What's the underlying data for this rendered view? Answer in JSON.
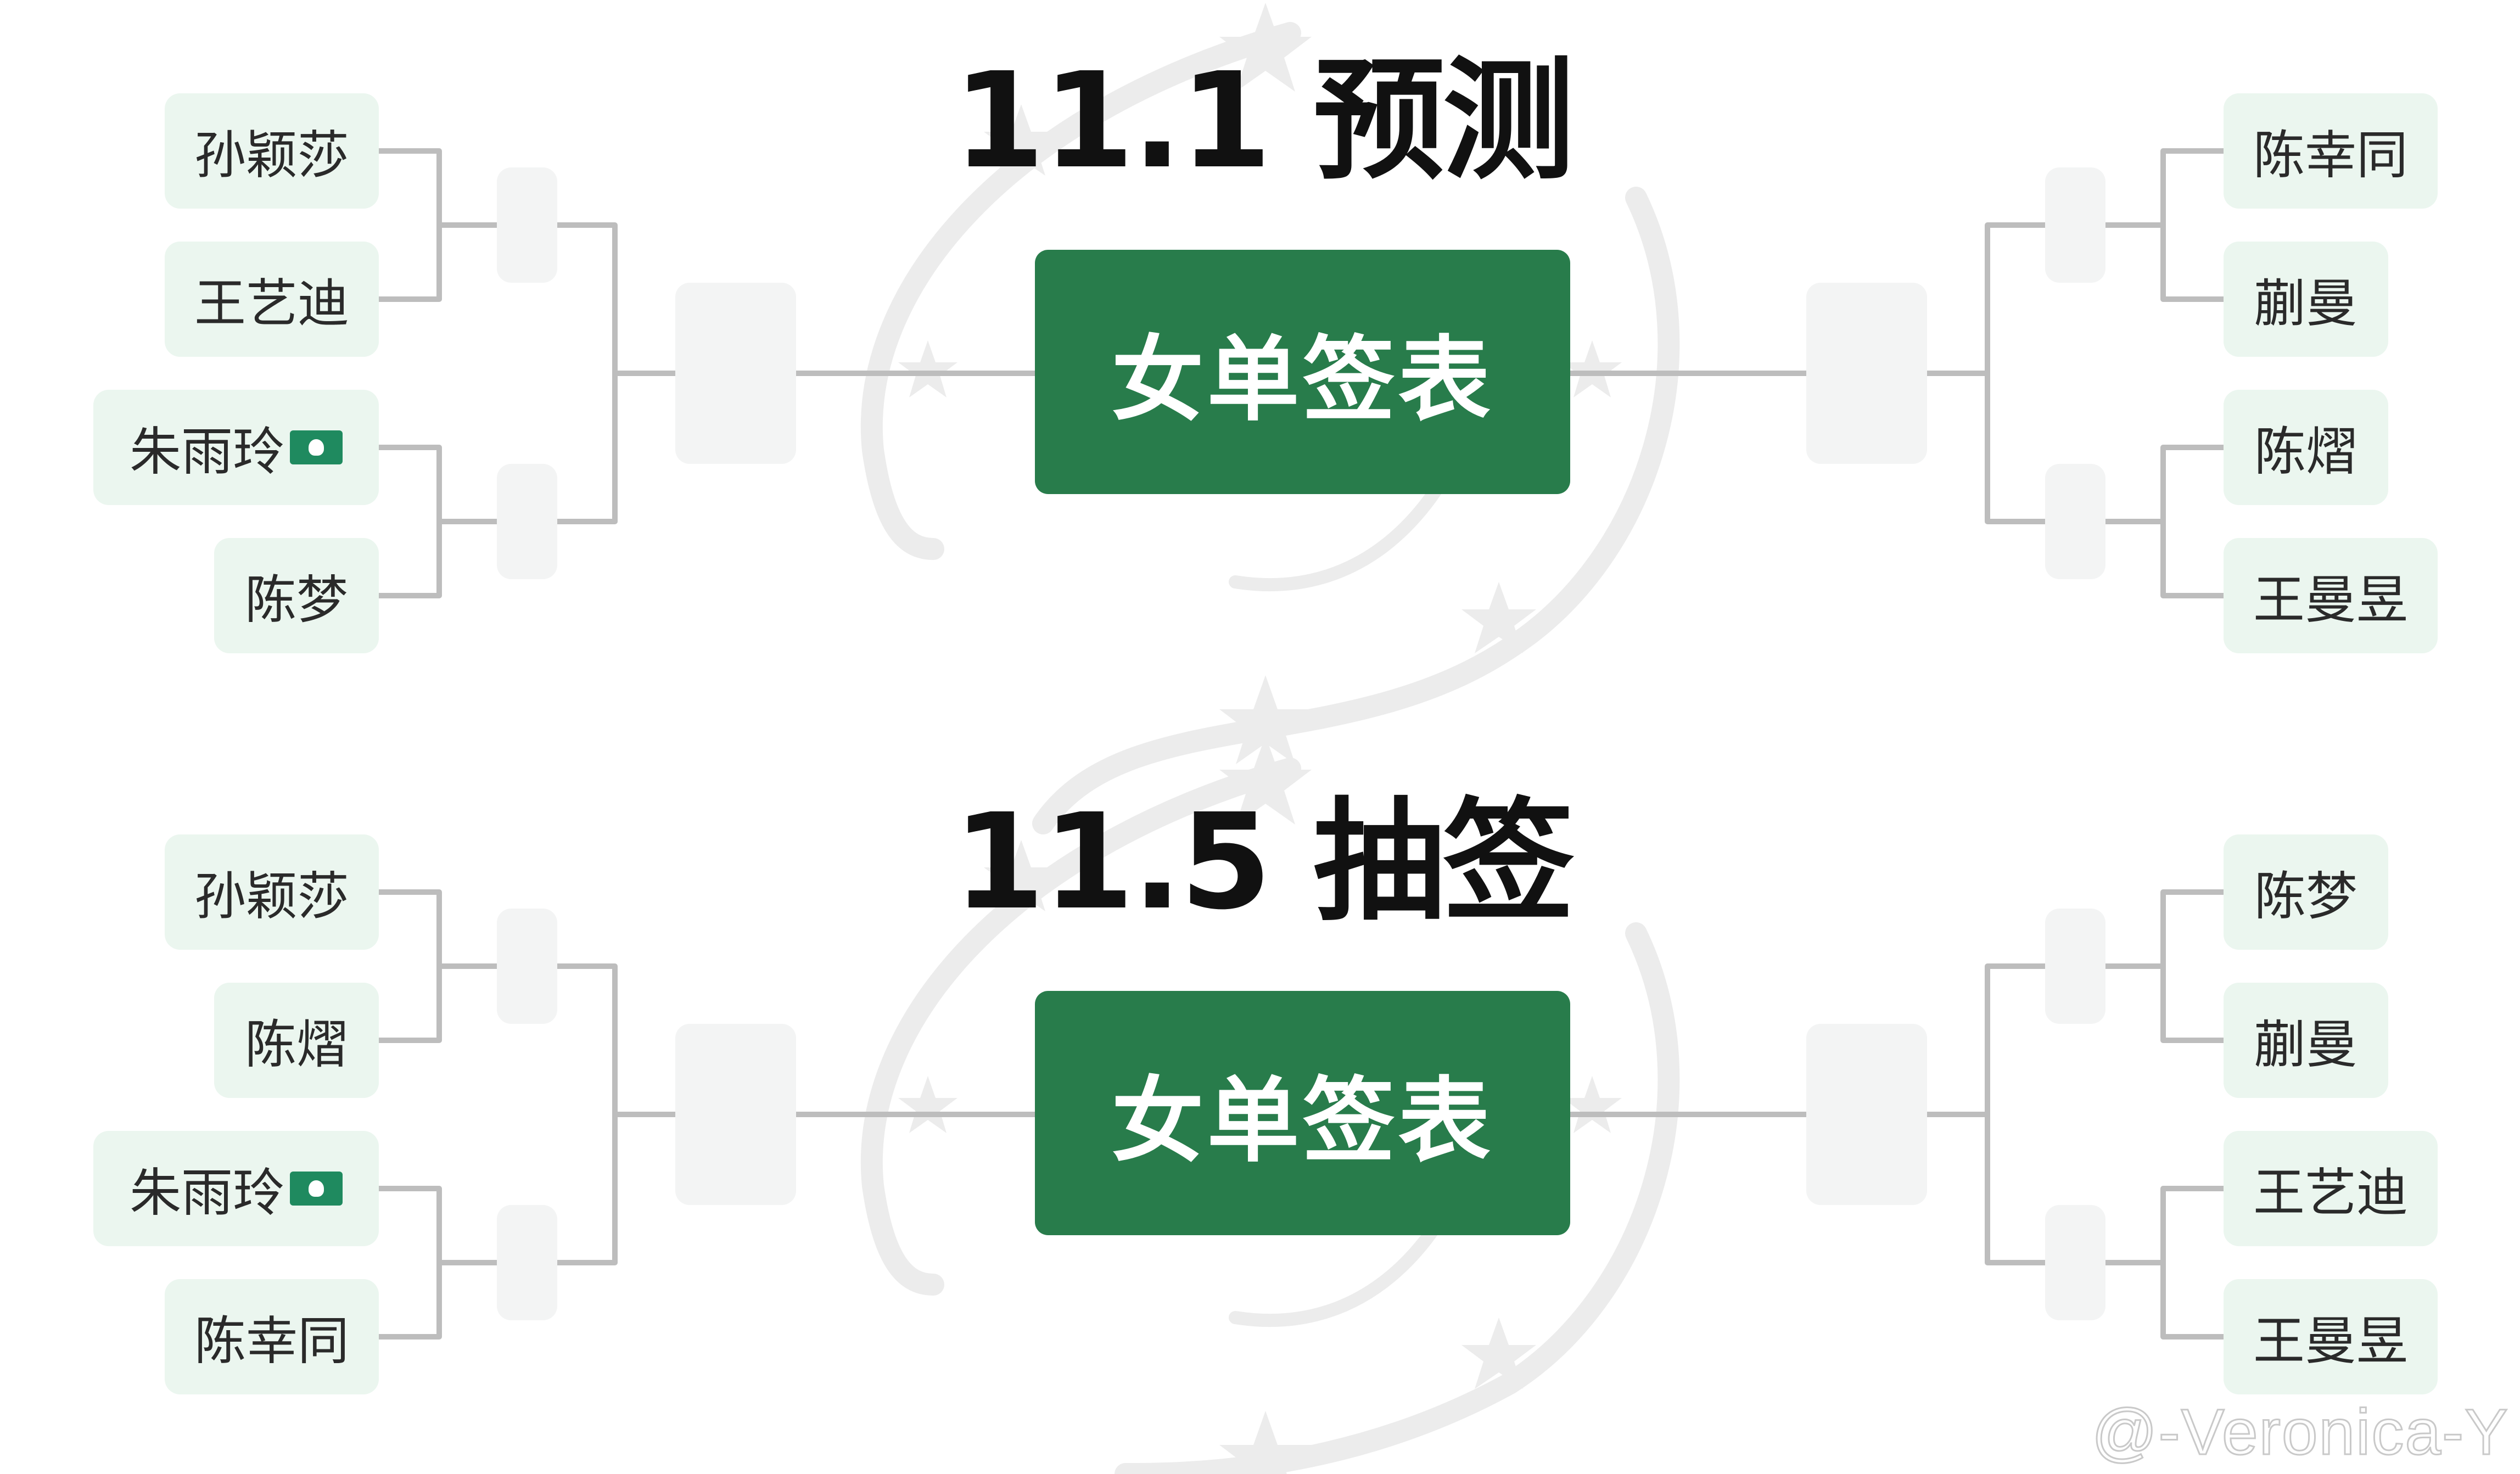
{
  "brackets": [
    {
      "heading": "11.1 预测",
      "center_label": "女单签表",
      "left": [
        "孙颖莎",
        "王艺迪",
        "朱雨玲",
        "陈梦"
      ],
      "right": [
        "陈幸同",
        "蒯曼",
        "陈熠",
        "王曼昱"
      ],
      "left_flag_index": 2
    },
    {
      "heading": "11.5 抽签",
      "center_label": "女单签表",
      "left": [
        "孙颖莎",
        "陈熠",
        "朱雨玲",
        "陈幸同"
      ],
      "right": [
        "陈梦",
        "蒯曼",
        "王艺迪",
        "王曼昱"
      ],
      "left_flag_index": 2
    }
  ],
  "flag_icon": "macau-flag-icon",
  "credit": "@-Veronica-Y",
  "colors": {
    "center_box": "#287c4b",
    "name_box": "#ebf6ef",
    "slot_box": "#f3f4f4",
    "connector": "#bdbdbd",
    "watermark": "#ececec"
  }
}
